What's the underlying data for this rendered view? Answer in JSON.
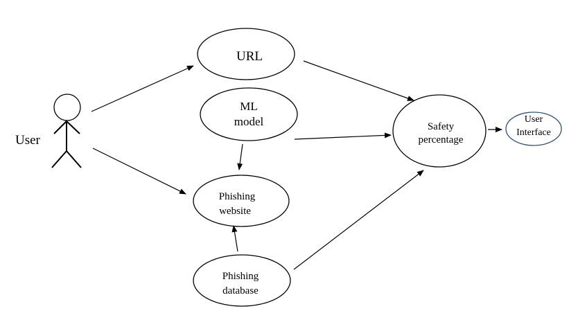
{
  "actor": {
    "label": "User"
  },
  "nodes": {
    "url": {
      "lines": [
        "URL"
      ]
    },
    "ml_model": {
      "lines": [
        "ML",
        "model"
      ]
    },
    "phishing_website": {
      "lines": [
        "Phishing",
        "website"
      ]
    },
    "phishing_database": {
      "lines": [
        "Phishing",
        "database"
      ]
    },
    "safety_percentage": {
      "lines": [
        "Safety",
        "percentage"
      ]
    },
    "user_interface": {
      "lines": [
        "User",
        "Interface"
      ]
    }
  },
  "edges": [
    {
      "from": "actor",
      "to": "url"
    },
    {
      "from": "actor",
      "to": "phishing_website"
    },
    {
      "from": "ml_model",
      "to": "phishing_website"
    },
    {
      "from": "phishing_database",
      "to": "phishing_website"
    },
    {
      "from": "url",
      "to": "safety_percentage"
    },
    {
      "from": "ml_model",
      "to": "safety_percentage"
    },
    {
      "from": "phishing_database",
      "to": "safety_percentage"
    },
    {
      "from": "safety_percentage",
      "to": "user_interface"
    }
  ],
  "colors": {
    "stroke": "#000000",
    "ui_stroke": "#2f4f7f"
  }
}
